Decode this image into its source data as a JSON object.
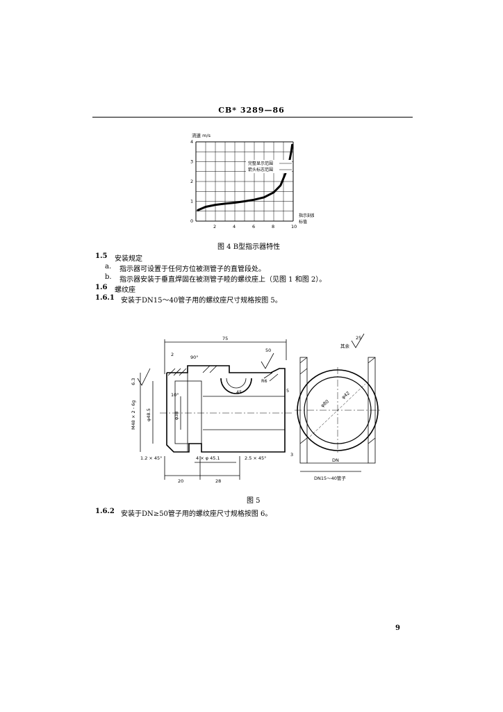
{
  "header": {
    "code": "CB* 3289—86"
  },
  "figure4": {
    "caption": "图 4 B型指示器特性",
    "y_axis_title": "流速 m/s",
    "x_axis_title_line1": "指示刻度",
    "x_axis_title_line2": "标值",
    "legend_line1": "完整显示范围",
    "legend_line2": "箭头标志范围"
  },
  "chart_data": {
    "type": "line",
    "title": "",
    "xlabel": "指示刻度 标值",
    "ylabel": "流速 m/s",
    "xlim": [
      0,
      10
    ],
    "ylim": [
      0,
      4
    ],
    "x_ticks": [
      "2",
      "4",
      "6",
      "8",
      "10"
    ],
    "y_ticks": [
      "0",
      "1",
      "2",
      "3",
      "4"
    ],
    "grid": true,
    "series": [
      {
        "x": [
          0.2,
          1,
          2,
          3,
          4,
          5,
          6,
          7,
          8,
          8.7,
          9.2,
          9.6,
          9.8,
          9.9
        ],
        "y": [
          0.55,
          0.72,
          0.82,
          0.88,
          0.93,
          1.0,
          1.08,
          1.2,
          1.45,
          1.8,
          2.4,
          3.0,
          3.5,
          3.85
        ]
      }
    ]
  },
  "section_1_5": {
    "number": "1.5",
    "title": "安装规定",
    "item_a_label": "a.",
    "item_a_text": "指示器可设置于任何方位被测管子的直管段处。",
    "item_b_label": "b.",
    "item_b_text": "指示器安装于垂直焊固在被测管子睦的螺纹座上（见图 1 和图 2）。"
  },
  "section_1_6": {
    "number": "1.6",
    "title": "螺纹座"
  },
  "section_1_6_1": {
    "number": "1.6.1",
    "text": "安装于DN15～40管子用的螺纹座尺寸规格按图 5。"
  },
  "figure5": {
    "caption": "图 5",
    "dim_75": "75",
    "dim_20": "20",
    "dim_28": "28",
    "dim_45": "45",
    "dim_5": "5",
    "dim_2": "2",
    "dim_90": "90°",
    "dim_10": "10°",
    "dim_50": "50",
    "dim_R6": "R6",
    "dim_chamfer_left": "1.2 × 45°",
    "dim_grooves": "4 × φ 45.1",
    "dim_chamfer_right": "2.5 × 45°",
    "dim_thread": "M48 × 2 - 6g",
    "dim_d1": "φ48.5",
    "dim_d2": "φ38",
    "roughness_left": "6.3",
    "roughness_top": "50",
    "roughness_corner": "25",
    "corner_note": "其余",
    "side_d80": "φ80",
    "side_d42": "φ42",
    "side_dn": "DN",
    "side_note": "DN15～40管子",
    "side_3": "3"
  },
  "section_1_6_2": {
    "number": "1.6.2",
    "text": "安装于DN≥50管子用的螺纹座尺寸规格按图 6。"
  },
  "footer": {
    "page_number": "9"
  }
}
